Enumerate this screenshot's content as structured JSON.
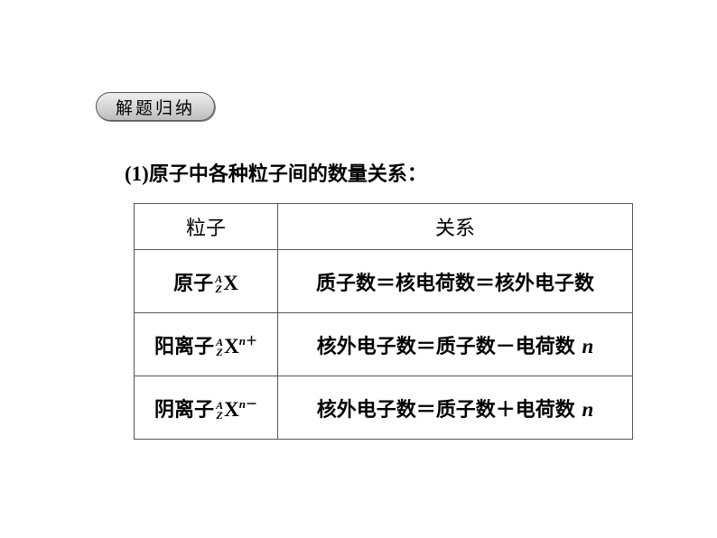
{
  "badge": {
    "label": "解题归纳"
  },
  "intro": {
    "number": "(1)",
    "text": "原子中各种粒子间的数量关系："
  },
  "table": {
    "headers": [
      "粒子",
      "关系"
    ],
    "rows": [
      {
        "name": "原子",
        "mass": "A",
        "atomic": "Z",
        "symbol": "X",
        "charge_var": "",
        "charge_sign": "",
        "relation": "质子数＝核电荷数＝核外电子数",
        "tail": ""
      },
      {
        "name": "阳离子",
        "mass": "A",
        "atomic": "Z",
        "symbol": "X",
        "charge_var": "n",
        "charge_sign": "＋",
        "relation": "核外电子数＝质子数－电荷数 ",
        "tail": "n"
      },
      {
        "name": "阴离子",
        "mass": "A",
        "atomic": "Z",
        "symbol": "X",
        "charge_var": "n",
        "charge_sign": "－",
        "relation": "核外电子数＝质子数＋电荷数 ",
        "tail": "n"
      }
    ]
  }
}
